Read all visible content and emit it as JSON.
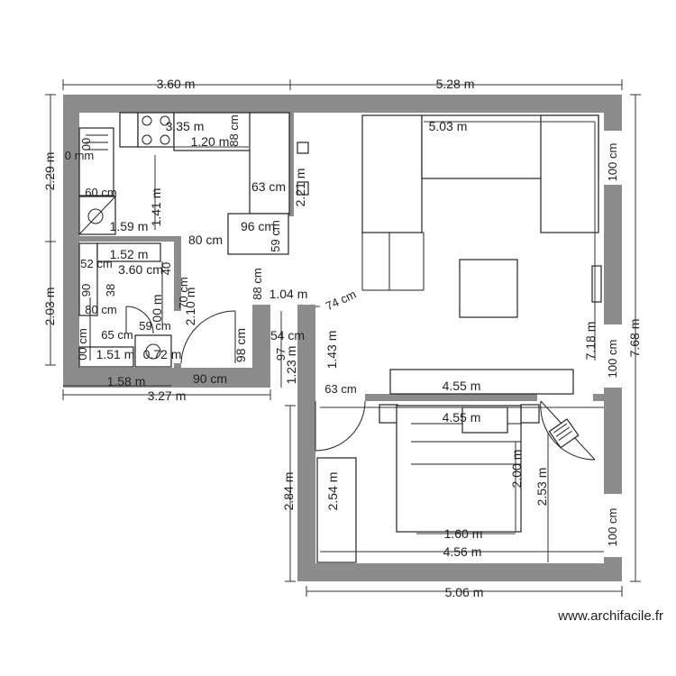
{
  "watermark": "www.archifacile.fr",
  "labels": {
    "top_left_width": "3.60 m",
    "top_right_width": "5.28 m",
    "left_upper_height": "2.29 m",
    "left_lower_height": "2.03 m",
    "right_total_height": "7.68 m",
    "bottom_left_1": "1.58 m",
    "bottom_left_2": "3.27 m",
    "bottom_right": "5.06 m",
    "bottom_right_height": "2.84 m",
    "kitchen_top": "3.35 m",
    "kitchen_120": "1.20 m",
    "kitchen_88": "88 cm",
    "kitchen_63": "63 cm",
    "kitchen_221": "2.21 m",
    "kitchen_96": "96 cm",
    "kitchen_59": "59 cm",
    "kitchen_141": "1.41 m",
    "kitchen_159": "1.59 m",
    "kitchen_80": "80 cm",
    "left_0mm": "0 mm",
    "left_60": "60 cm",
    "left_00": "00",
    "bath_152": "1.52 m",
    "bath_52": "52 cm",
    "bath_360": "3.60 cm",
    "bath_40": "40",
    "bath_38": "38",
    "bath_90": "90",
    "bath_00": "00 m",
    "bath_70": "70 cm",
    "bath_210": "2.10 m",
    "bath_80": "80 cm",
    "bath_59": "59 cm",
    "bath_65": "65 cm",
    "bath_151": "1.51 m",
    "bath_072": "0.72 m",
    "bath_00cm": "00 cm",
    "corr_88": "88 cm",
    "corr_104": "1.04 m",
    "corr_74": "74 cm",
    "corr_98": "98 cm",
    "corr_90": "90 cm",
    "corr_54": "54 cm",
    "corr_97": "97",
    "corr_123": "1.23 m",
    "corr_143": "1.43 m",
    "corr_63": "63 cm",
    "living_503": "5.03 m",
    "living_100a": "100 cm",
    "living_718": "7.18 m",
    "living_100b": "100 cm",
    "bed_455a": "4.55 m",
    "bed_455b": "4.55 m",
    "bed_200": "2.00 m",
    "bed_253": "2.53 m",
    "bed_254": "2.54 m",
    "bed_160": "1.60 m",
    "bed_456": "4.56 m",
    "bed_100": "100 cm"
  }
}
